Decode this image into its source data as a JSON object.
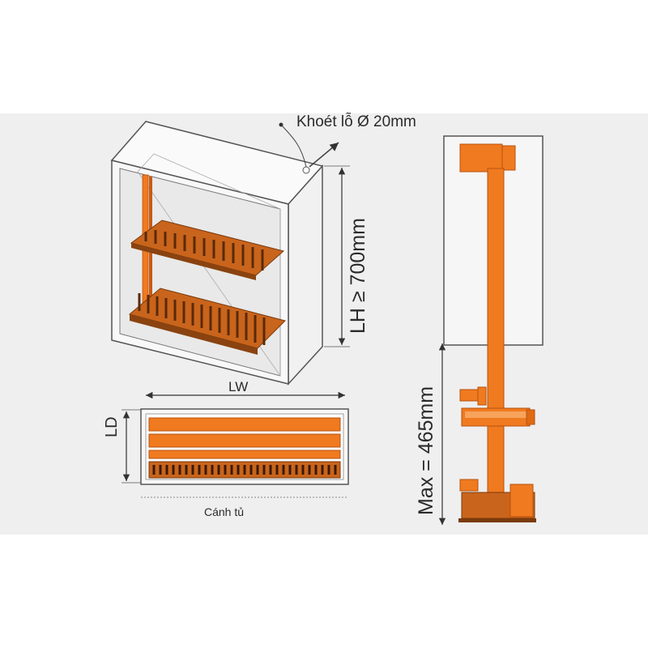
{
  "labels": {
    "hole": "Khoét lỗ Ø 20mm",
    "width": "LW",
    "depth": "LD",
    "height": "LH ≥ 700mm",
    "max_height": "Max = 465mm",
    "door": "Cánh tủ"
  },
  "colors": {
    "background": "#ffffff",
    "band": "#efefef",
    "cabinet_outline": "#555555",
    "cabinet_fill": "#f7f7f7",
    "accent_orange": "#f07a1f",
    "dark_orange": "#b8510f",
    "dimension_line": "#333333"
  },
  "icons": [
    "hole-marker-icon",
    "drill-bit-icon"
  ]
}
